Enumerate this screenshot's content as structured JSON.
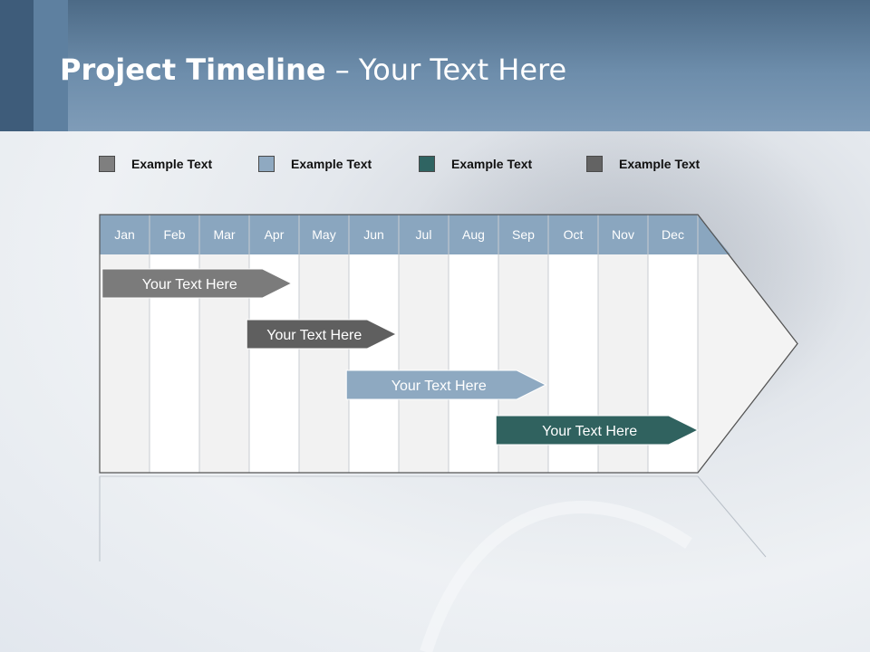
{
  "title": {
    "bold": "Project Timeline",
    "rest": " – Your Text Here"
  },
  "legend": [
    {
      "label": "Example Text",
      "color": "#7f7f7f"
    },
    {
      "label": "Example Text",
      "color": "#8fa9c1"
    },
    {
      "label": "Example Text",
      "color": "#2f6462"
    },
    {
      "label": "Example Text",
      "color": "#636363"
    }
  ],
  "months": [
    "Jan",
    "Feb",
    "Mar",
    "Apr",
    "May",
    "Jun",
    "Jul",
    "Aug",
    "Sep",
    "Oct",
    "Nov",
    "Dec"
  ],
  "bars": [
    {
      "label": "Your  Text Here",
      "color": "#7b7b7b",
      "start_month": 0.05,
      "end_month": 3.85
    },
    {
      "label": "Your  Text Here",
      "color": "#5f5f5f",
      "start_month": 2.95,
      "end_month": 5.95
    },
    {
      "label": "Your  Text Here",
      "color": "#8ea9c1",
      "start_month": 4.95,
      "end_month": 8.95
    },
    {
      "label": "Your  Text Here",
      "color": "#30625f",
      "start_month": 7.95,
      "end_month": 12.0
    }
  ],
  "colors": {
    "month_header": "#8aa6bf",
    "column_light": "#f2f2f2",
    "column_white": "#ffffff"
  }
}
